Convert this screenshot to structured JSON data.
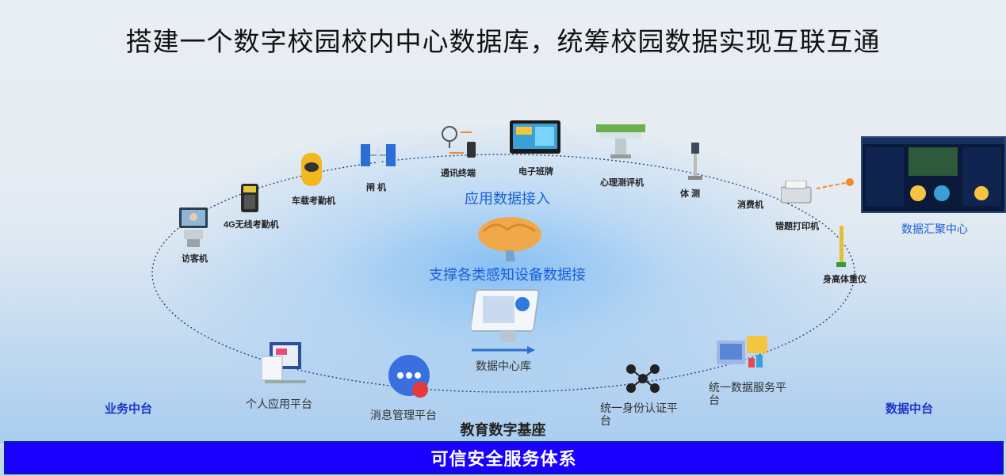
{
  "title": "搭建一个数字校园校内中心数据库，统筹校园数据实现互联互通",
  "devices": {
    "tongxun": "通讯终端",
    "dianzi": "电子班牌",
    "xinli": "心理测评机",
    "tice": "体 测",
    "xiaofei": "消费机",
    "cuoti": "错题打印机",
    "shengao": "身高体重仪",
    "zhaji": "闸 机",
    "cheza": "车载考勤机",
    "wuxian": "4G无线考勤机",
    "fangke": "访客机"
  },
  "center": {
    "app_access": "应用数据接入",
    "support": "支撑各类感知设备数据接",
    "db": "数据中心库"
  },
  "platforms": {
    "personal": "个人应用平台",
    "message": "消息管理平台",
    "identity": "统一身份认证平台",
    "dataservice": "统一数据服务平台"
  },
  "aggregation": "数据汇聚中心",
  "side_left": "业务中台",
  "side_right": "数据中台",
  "base": "教育数字基座",
  "security_bar": "可信安全服务体系",
  "colors": {
    "accent_blue": "#1a5fd6",
    "bar_blue": "#1a00ff",
    "side_blue": "#1a35c8"
  }
}
